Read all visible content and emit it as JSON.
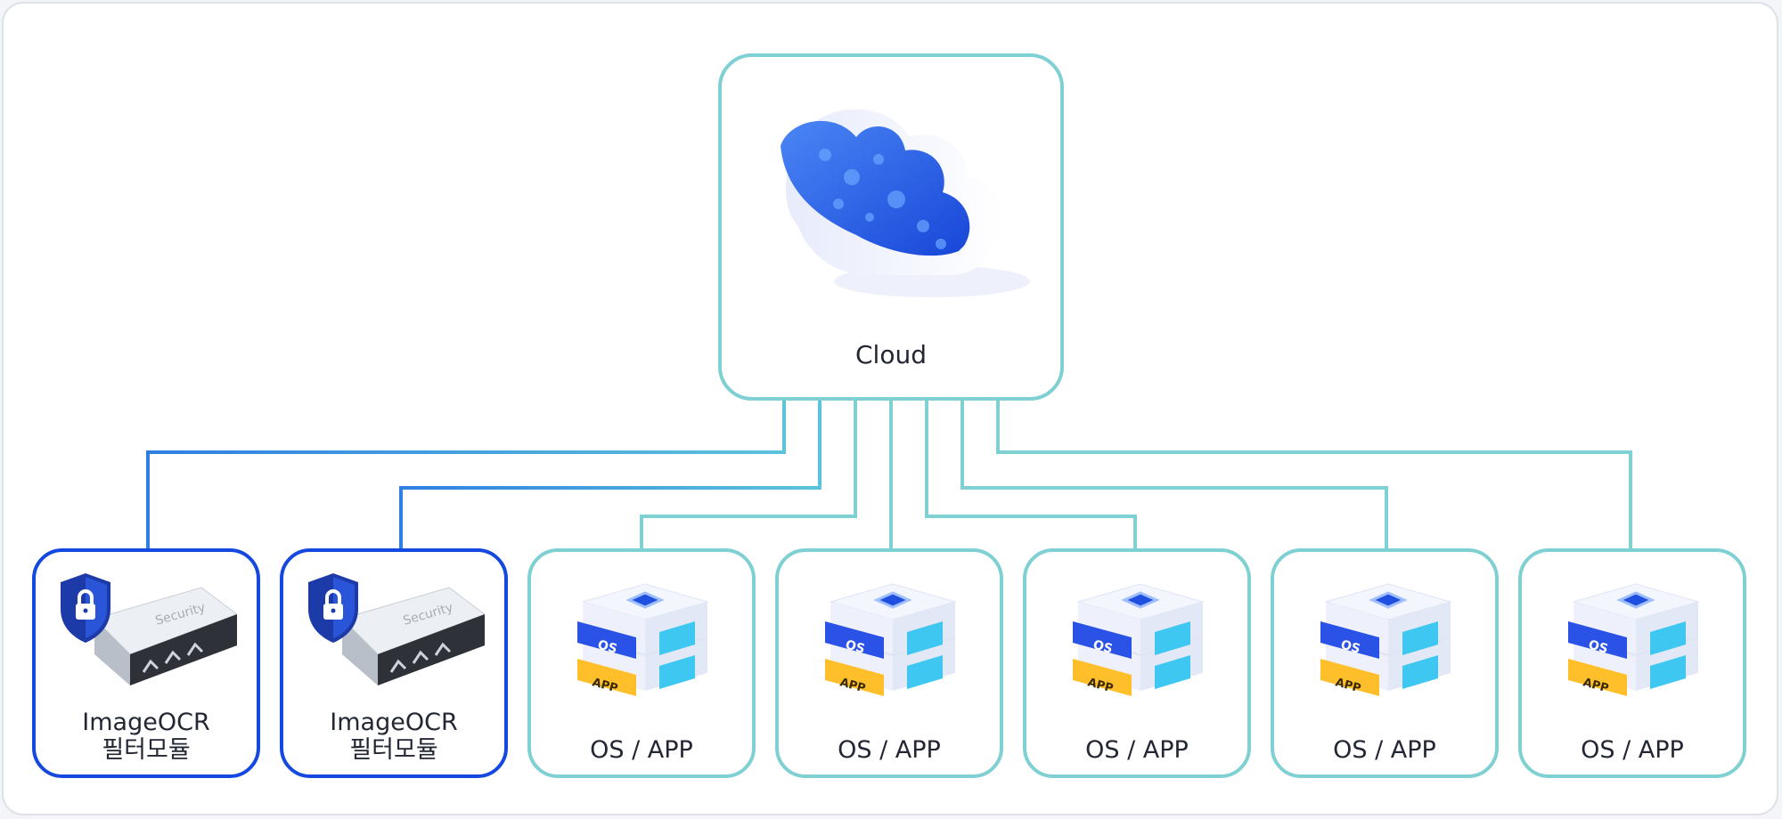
{
  "cloud": {
    "label": "Cloud",
    "icon": "cloud-icon"
  },
  "leaves": [
    {
      "kind": "filter",
      "label_line1": "ImageOCR",
      "label_line2": "필터모듈",
      "icon": "secure-server-icon",
      "badge_text": "Security"
    },
    {
      "kind": "filter",
      "label_line1": "ImageOCR",
      "label_line2": "필터모듈",
      "icon": "secure-server-icon",
      "badge_text": "Security"
    },
    {
      "kind": "os-app",
      "label": "OS / APP",
      "icon": "os-app-stack-icon",
      "block_top": "OS",
      "block_bottom": "APP"
    },
    {
      "kind": "os-app",
      "label": "OS / APP",
      "icon": "os-app-stack-icon",
      "block_top": "OS",
      "block_bottom": "APP"
    },
    {
      "kind": "os-app",
      "label": "OS / APP",
      "icon": "os-app-stack-icon",
      "block_top": "OS",
      "block_bottom": "APP"
    },
    {
      "kind": "os-app",
      "label": "OS / APP",
      "icon": "os-app-stack-icon",
      "block_top": "OS",
      "block_bottom": "APP"
    },
    {
      "kind": "os-app",
      "label": "OS / APP",
      "icon": "os-app-stack-icon",
      "block_top": "OS",
      "block_bottom": "APP"
    }
  ],
  "colors": {
    "filter_border": "#1548e0",
    "node_border": "#7fd0d2",
    "filter_link": "#3a8fe0",
    "node_link": "#7fd0d2",
    "os_block": "#2a52e6",
    "app_block": "#ffbf2a"
  }
}
